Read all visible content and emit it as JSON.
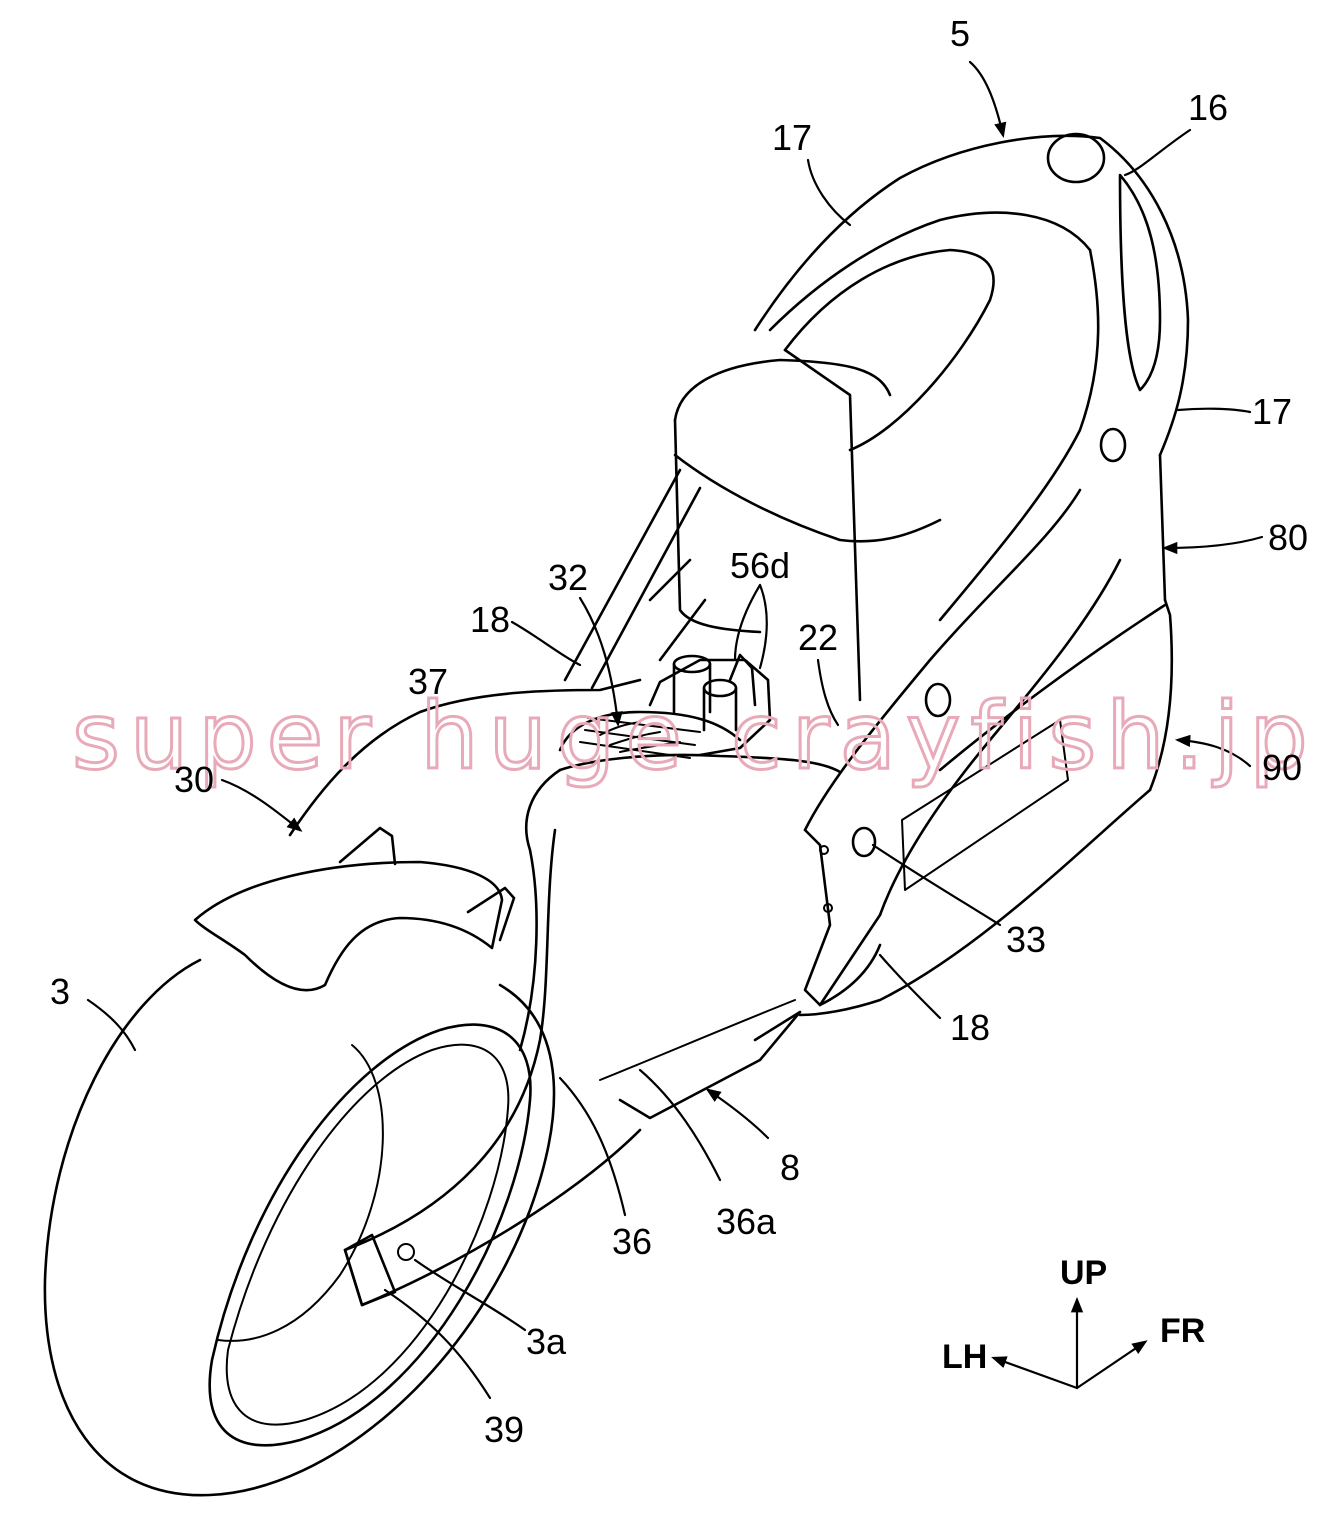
{
  "watermark": "super huge crayfish.jp",
  "labels": {
    "l5": "5",
    "l16": "16",
    "l17_top": "17",
    "l17_right": "17",
    "l80": "80",
    "l90": "90",
    "l56d": "56d",
    "l32": "32",
    "l18_top": "18",
    "l22": "22",
    "l37": "37",
    "l30": "30",
    "l33": "33",
    "l18_bottom": "18",
    "l3": "3",
    "l8": "8",
    "l36": "36",
    "l36a": "36a",
    "l3a": "3a",
    "l39": "39"
  },
  "directions": {
    "up": "UP",
    "front": "FR",
    "left": "LH"
  }
}
